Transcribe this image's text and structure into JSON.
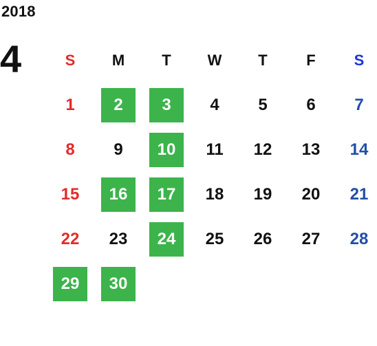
{
  "year": "2018",
  "month": "4",
  "colors": {
    "sunday": "#e52a2a",
    "saturday_header": "#1f34d6",
    "saturday_day": "#224ea5",
    "text": "#111111",
    "highlight_bg": "#3cb44b",
    "highlight_text": "#ffffff"
  },
  "weekdays": [
    {
      "label": "S",
      "kind": "sun"
    },
    {
      "label": "M",
      "kind": "weekday"
    },
    {
      "label": "T",
      "kind": "weekday"
    },
    {
      "label": "W",
      "kind": "weekday"
    },
    {
      "label": "T",
      "kind": "weekday"
    },
    {
      "label": "F",
      "kind": "weekday"
    },
    {
      "label": "S",
      "kind": "sat"
    }
  ],
  "weeks": [
    [
      {
        "day": "1",
        "kind": "sun",
        "highlight": false
      },
      {
        "day": "2",
        "kind": "weekday",
        "highlight": true
      },
      {
        "day": "3",
        "kind": "weekday",
        "highlight": true
      },
      {
        "day": "4",
        "kind": "weekday",
        "highlight": false
      },
      {
        "day": "5",
        "kind": "weekday",
        "highlight": false
      },
      {
        "day": "6",
        "kind": "weekday",
        "highlight": false
      },
      {
        "day": "7",
        "kind": "sat",
        "highlight": false
      }
    ],
    [
      {
        "day": "8",
        "kind": "sun",
        "highlight": false
      },
      {
        "day": "9",
        "kind": "weekday",
        "highlight": false
      },
      {
        "day": "10",
        "kind": "weekday",
        "highlight": true
      },
      {
        "day": "11",
        "kind": "weekday",
        "highlight": false
      },
      {
        "day": "12",
        "kind": "weekday",
        "highlight": false
      },
      {
        "day": "13",
        "kind": "weekday",
        "highlight": false
      },
      {
        "day": "14",
        "kind": "sat",
        "highlight": false
      }
    ],
    [
      {
        "day": "15",
        "kind": "sun",
        "highlight": false
      },
      {
        "day": "16",
        "kind": "weekday",
        "highlight": true
      },
      {
        "day": "17",
        "kind": "weekday",
        "highlight": true
      },
      {
        "day": "18",
        "kind": "weekday",
        "highlight": false
      },
      {
        "day": "19",
        "kind": "weekday",
        "highlight": false
      },
      {
        "day": "20",
        "kind": "weekday",
        "highlight": false
      },
      {
        "day": "21",
        "kind": "sat",
        "highlight": false
      }
    ],
    [
      {
        "day": "22",
        "kind": "sun",
        "highlight": false
      },
      {
        "day": "23",
        "kind": "weekday",
        "highlight": false
      },
      {
        "day": "24",
        "kind": "weekday",
        "highlight": true
      },
      {
        "day": "25",
        "kind": "weekday",
        "highlight": false
      },
      {
        "day": "26",
        "kind": "weekday",
        "highlight": false
      },
      {
        "day": "27",
        "kind": "weekday",
        "highlight": false
      },
      {
        "day": "28",
        "kind": "sat",
        "highlight": false
      }
    ],
    [
      {
        "day": "29",
        "kind": "sun",
        "highlight": true
      },
      {
        "day": "30",
        "kind": "weekday",
        "highlight": true
      },
      null,
      null,
      null,
      null,
      null
    ]
  ]
}
